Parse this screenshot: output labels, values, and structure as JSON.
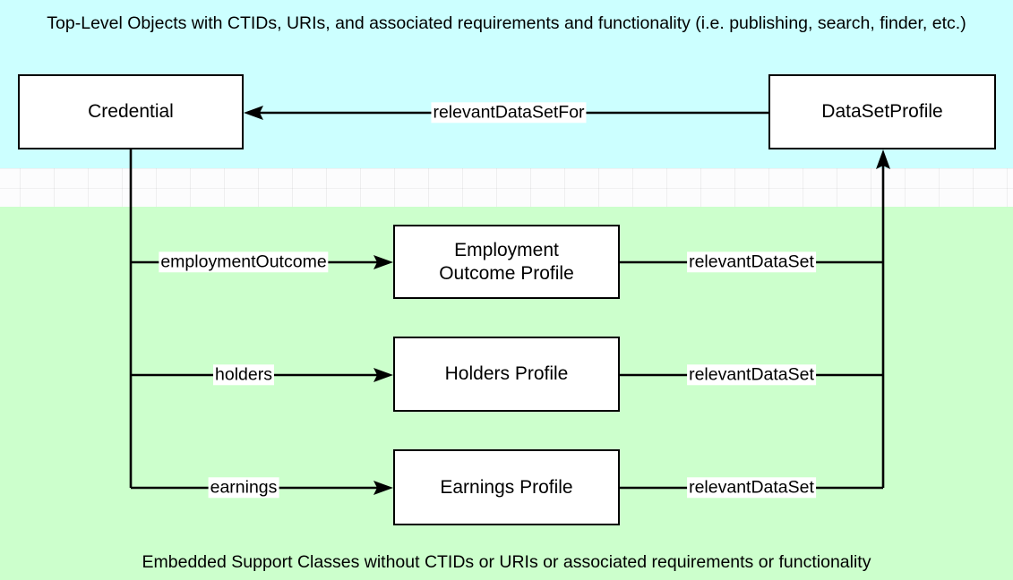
{
  "diagram": {
    "title_top": "Top-Level Objects with CTIDs, URIs, and associated requirements and functionality (i.e. publishing, search, finder, etc.)",
    "title_bottom": "Embedded Support Classes without CTIDs or URIs or associated requirements or functionality",
    "colors": {
      "top_band": "#ccffff",
      "bottom_band": "#ccffcc",
      "gap_band": "#fcfcfd",
      "node_fill": "#ffffff",
      "stroke": "#000000",
      "label_fill": "#ffffff"
    },
    "nodes": [
      {
        "id": "credential",
        "label": "Credential",
        "region": "top"
      },
      {
        "id": "datasetprofile",
        "label": "DataSetProfile",
        "region": "top"
      },
      {
        "id": "employment",
        "label": "Employment\nOutcome Profile",
        "region": "bottom"
      },
      {
        "id": "holders",
        "label": "Holders Profile",
        "region": "bottom"
      },
      {
        "id": "earnings",
        "label": "Earnings Profile",
        "region": "bottom"
      }
    ],
    "edges": [
      {
        "id": "e1",
        "from": "datasetprofile",
        "to": "credential",
        "label": "relevantDataSetFor"
      },
      {
        "id": "e2",
        "from": "credential",
        "to": "employment",
        "label": "employmentOutcome"
      },
      {
        "id": "e3",
        "from": "credential",
        "to": "holders",
        "label": "holders"
      },
      {
        "id": "e4",
        "from": "credential",
        "to": "earnings",
        "label": "earnings"
      },
      {
        "id": "e5",
        "from": "employment",
        "to": "datasetprofile",
        "label": "relevantDataSet"
      },
      {
        "id": "e6",
        "from": "holders",
        "to": "datasetprofile",
        "label": "relevantDataSet"
      },
      {
        "id": "e7",
        "from": "earnings",
        "to": "datasetprofile",
        "label": "relevantDataSet"
      }
    ]
  }
}
